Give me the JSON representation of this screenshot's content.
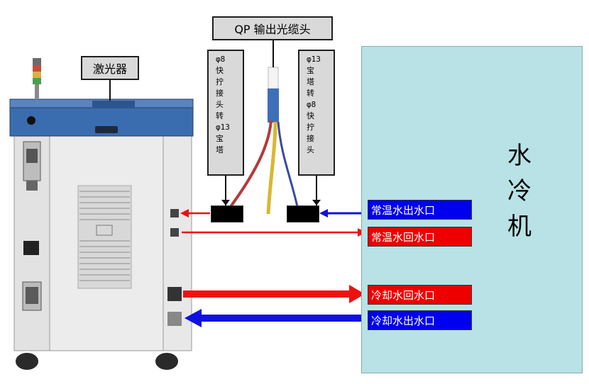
{
  "labels": {
    "laser": "激光器",
    "qp_head": "QP 输出光缆头",
    "left_adapter": [
      "φ8",
      "快",
      "拧",
      "接",
      "头",
      "转",
      "φ13",
      "宝",
      "塔"
    ],
    "right_adapter": [
      "φ13",
      "宝",
      "塔",
      "转",
      "φ8",
      "快",
      "拧",
      "接",
      "头"
    ],
    "chiller": [
      "水",
      "冷",
      "机"
    ]
  },
  "ports": {
    "normal_out": "常温水出水口",
    "normal_return": "常温水回水口",
    "cool_return": "冷却水回水口",
    "cool_out": "冷却水出水口"
  },
  "colors": {
    "supply_blue": "#1010e0",
    "return_red": "#ee1111",
    "chiller_bg": "#b8e2e6",
    "laser_top_blue": "#3a6cb0"
  }
}
